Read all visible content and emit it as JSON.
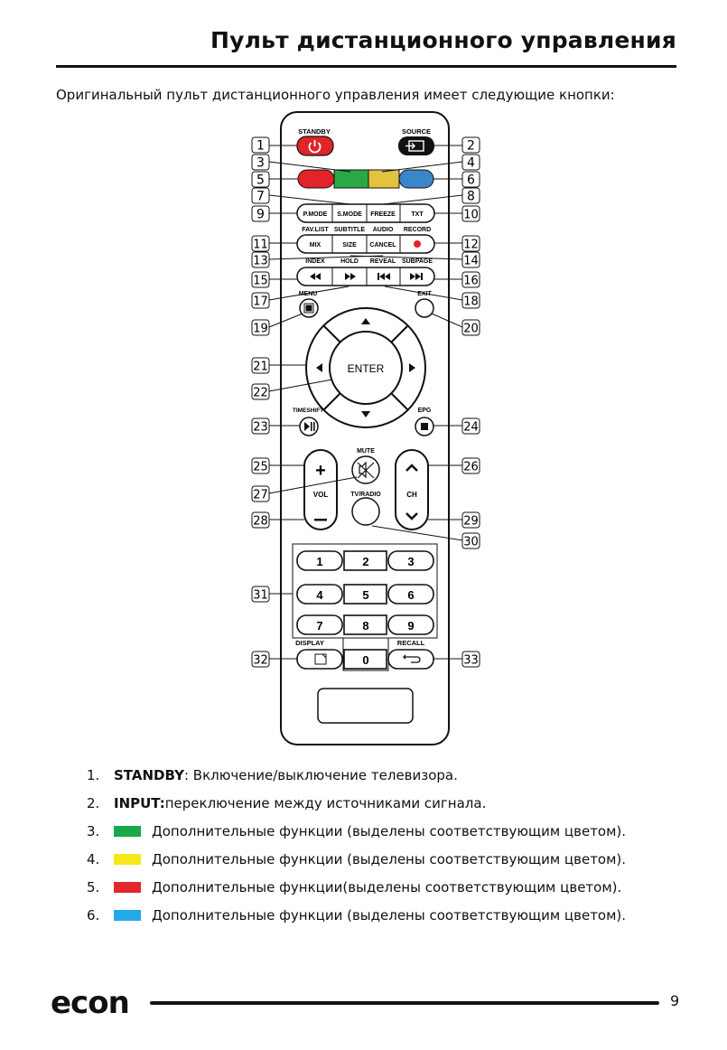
{
  "header": {
    "title": "Пульт дистанционного управления",
    "intro": "Оригинальный пульт дистанционного управления имеет следующие кнопки:"
  },
  "remote": {
    "labels": {
      "standby": "STANDBY",
      "source": "SOURCE",
      "pmode": "P.MODE",
      "smode": "S.MODE",
      "freeze": "FREEZE",
      "txt": "TXT",
      "favlist": "FAV.LIST",
      "subtitle": "SUBTITLE",
      "audio": "AUDIO",
      "record": "RECORD",
      "mix": "MIX",
      "size": "SIZE",
      "cancel": "CANCEL",
      "index": "INDEX",
      "hold": "HOLD",
      "reveal": "REVEAL",
      "subpage": "SUBPAGE",
      "menu": "MENU",
      "exit": "EXIT",
      "enter": "ENTER",
      "timeshift": "TIMESHIFT",
      "epg": "EPG",
      "mute": "MUTE",
      "vol": "VOL",
      "ch": "CH",
      "tvradio": "TV/RADIO",
      "display": "DISPLAY",
      "recall": "RECALL"
    },
    "keypad": [
      "1",
      "2",
      "3",
      "4",
      "5",
      "6",
      "7",
      "8",
      "9",
      "0"
    ],
    "callouts_left": [
      "1",
      "3",
      "5",
      "7",
      "9",
      "11",
      "13",
      "15",
      "17",
      "19",
      "21",
      "22",
      "23",
      "25",
      "27",
      "28",
      "31",
      "32"
    ],
    "callouts_right": [
      "2",
      "4",
      "6",
      "8",
      "10",
      "12",
      "14",
      "16",
      "18",
      "20",
      "24",
      "26",
      "29",
      "30",
      "33"
    ],
    "colors": {
      "red": "#e0242a",
      "green": "#2aa845",
      "yellow": "#e2c340",
      "blue": "#3b86c8",
      "record": "#e0242a"
    }
  },
  "list": {
    "items": [
      {
        "num": "1.",
        "term": "STANDBY",
        "text": ": Включение/выключение телевизора."
      },
      {
        "num": "2.",
        "term": "INPUT:",
        "text": " переключение между  источниками сигнала."
      },
      {
        "num": "3.",
        "color": "#1ba84a",
        "text": "Дополнительные  функции (выделены  соответствующим цветом)."
      },
      {
        "num": "4.",
        "color": "#f5e81a",
        "text": "Дополнительные  функции (выделены  соответствующим цветом)."
      },
      {
        "num": "5.",
        "color": "#e3262b",
        "text": "Дополнительные  функции(выделены  соответствующим цветом)."
      },
      {
        "num": "6.",
        "color": "#23a9e8",
        "text": "Дополнительные  функции (выделены  соответствующим цветом)."
      }
    ]
  },
  "footer": {
    "logo": "econ",
    "page_number": "9"
  }
}
